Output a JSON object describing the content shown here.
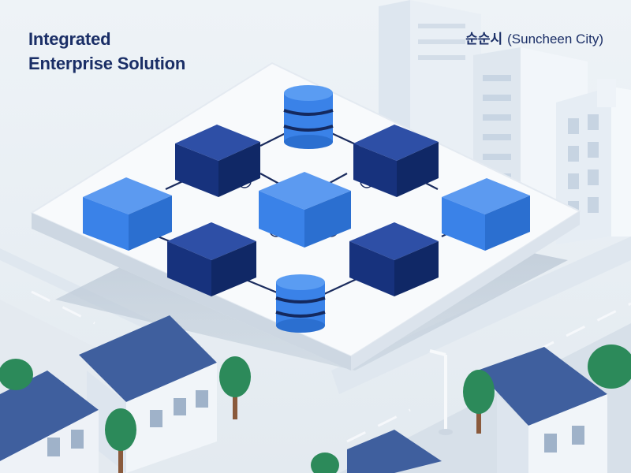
{
  "heading": {
    "line1": "Integrated",
    "line2": "Enterprise Solution"
  },
  "location": {
    "korean": "순순시",
    "english": "(Suncheen City)"
  },
  "colors": {
    "heading_text": "#1a2e66",
    "node_dark": "#17327d",
    "node_light": "#3a82e8",
    "platform": "#f8fafc",
    "roof": "#3f5f9e",
    "tree": "#2c8a5a"
  },
  "icons": [
    "database-icon",
    "server-block-icon",
    "house-icon",
    "tree-icon",
    "office-building-icon",
    "street-lamp-icon"
  ]
}
